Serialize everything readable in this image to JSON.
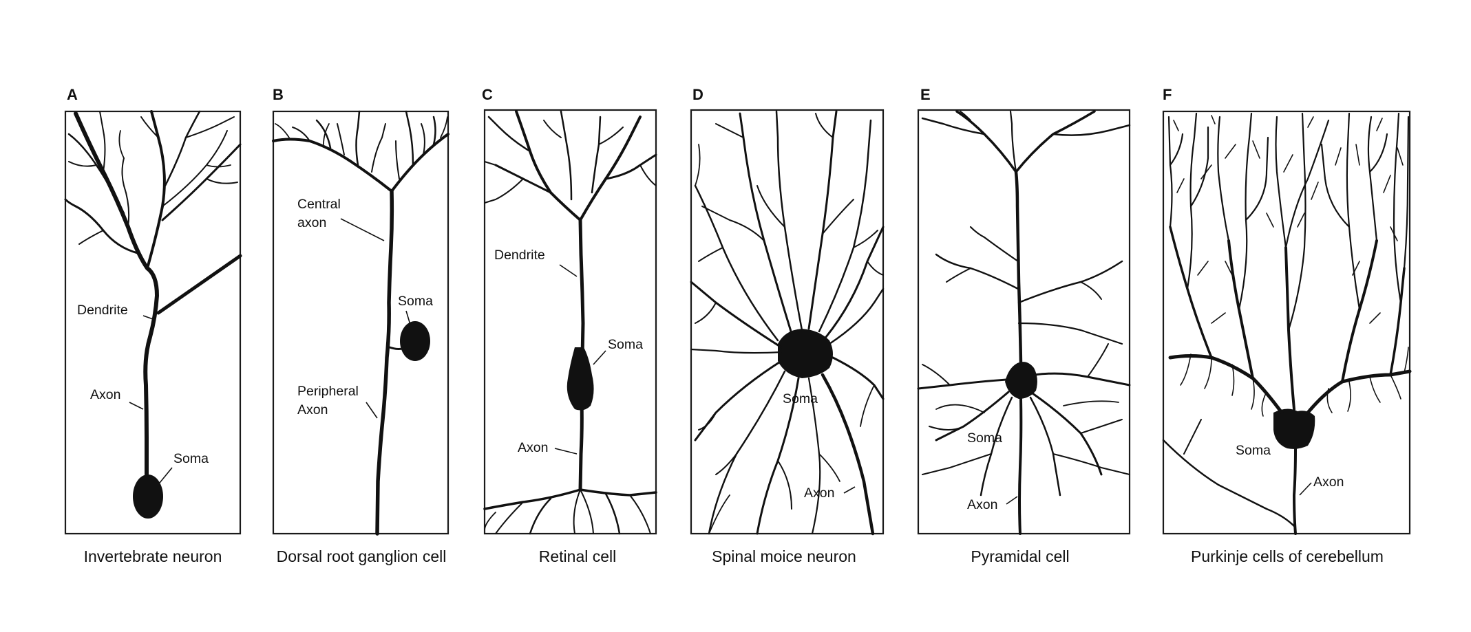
{
  "panels": [
    {
      "letter": "A",
      "caption": "Invertebrate neuron",
      "labels": {
        "dendrite": "Dendrite",
        "axon": "Axon",
        "soma": "Soma"
      }
    },
    {
      "letter": "B",
      "caption": "Dorsal root ganglion cell",
      "labels": {
        "central_1": "Central",
        "central_2": "axon",
        "soma": "Soma",
        "peripheral_1": "Peripheral",
        "peripheral_2": "Axon"
      }
    },
    {
      "letter": "C",
      "caption": "Retinal cell",
      "labels": {
        "dendrite": "Dendrite",
        "soma": "Soma",
        "axon": "Axon"
      }
    },
    {
      "letter": "D",
      "caption": "Spinal moice neuron",
      "labels": {
        "soma": "Soma",
        "axon": "Axon"
      }
    },
    {
      "letter": "E",
      "caption": "Pyramidal cell",
      "labels": {
        "soma": "Soma",
        "axon": "Axon"
      }
    },
    {
      "letter": "F",
      "caption": "Purkinje cells of cerebellum",
      "labels": {
        "soma": "Soma",
        "axon": "Axon"
      }
    }
  ]
}
